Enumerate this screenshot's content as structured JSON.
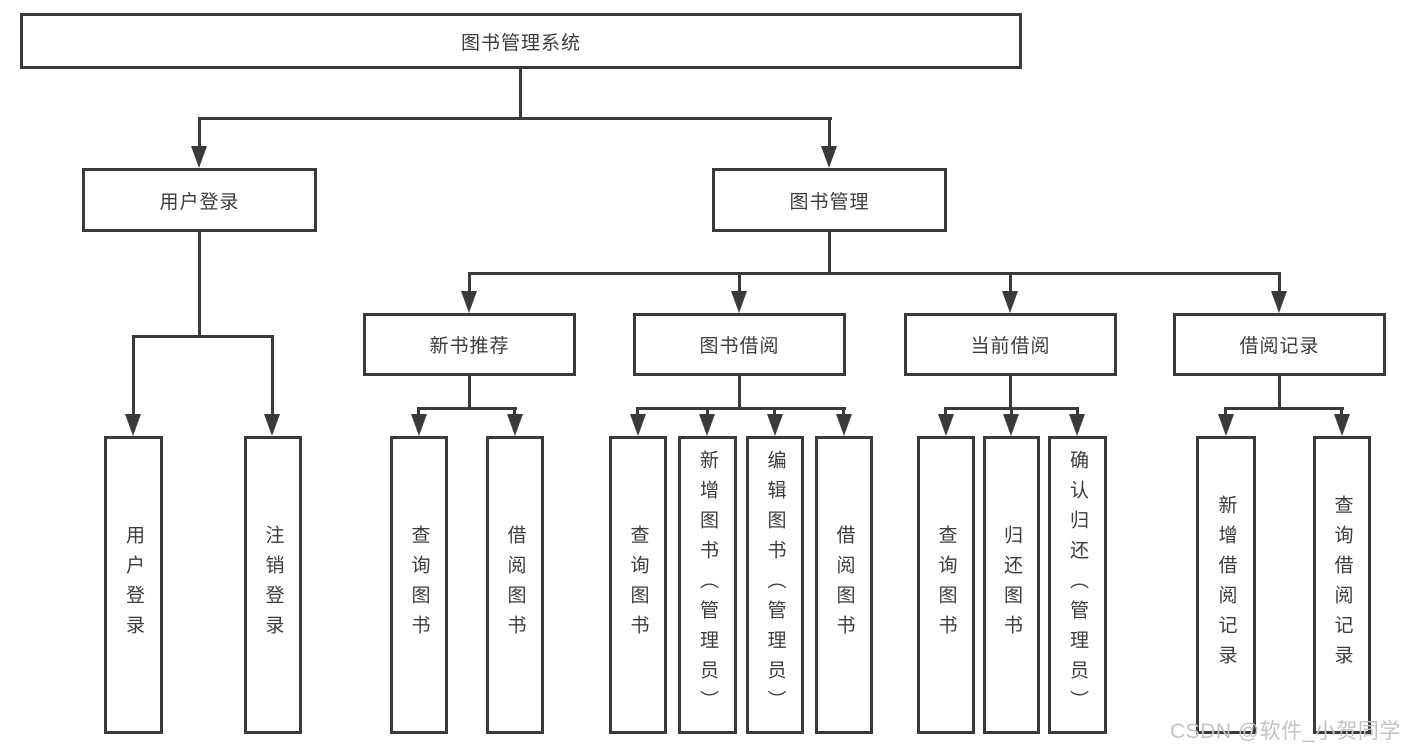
{
  "nodes": {
    "root": "图书管理系统",
    "user_login": "用户登录",
    "book_mgmt": "图书管理",
    "new_book_rec": "新书推荐",
    "book_borrow": "图书借阅",
    "current_borrow": "当前借阅",
    "borrow_records": "借阅记录",
    "login_children": [
      "用户登录",
      "注销登录"
    ],
    "new_book_children": [
      "查询图书",
      "借阅图书"
    ],
    "borrow_children": [
      "查询图书",
      "新增图书（管理员）",
      "编辑图书（管理员）",
      "借阅图书"
    ],
    "current_children": [
      "查询图书",
      "归还图书",
      "确认归还（管理员）"
    ],
    "records_children": [
      "新增借阅记录",
      "查询借阅记录"
    ]
  },
  "watermark": "CSDN @软件_小贺同学",
  "colors": {
    "line": "#3a3a3a",
    "text": "#3c3c3c",
    "watermark": "#c3c3c3",
    "background": "#ffffff"
  }
}
